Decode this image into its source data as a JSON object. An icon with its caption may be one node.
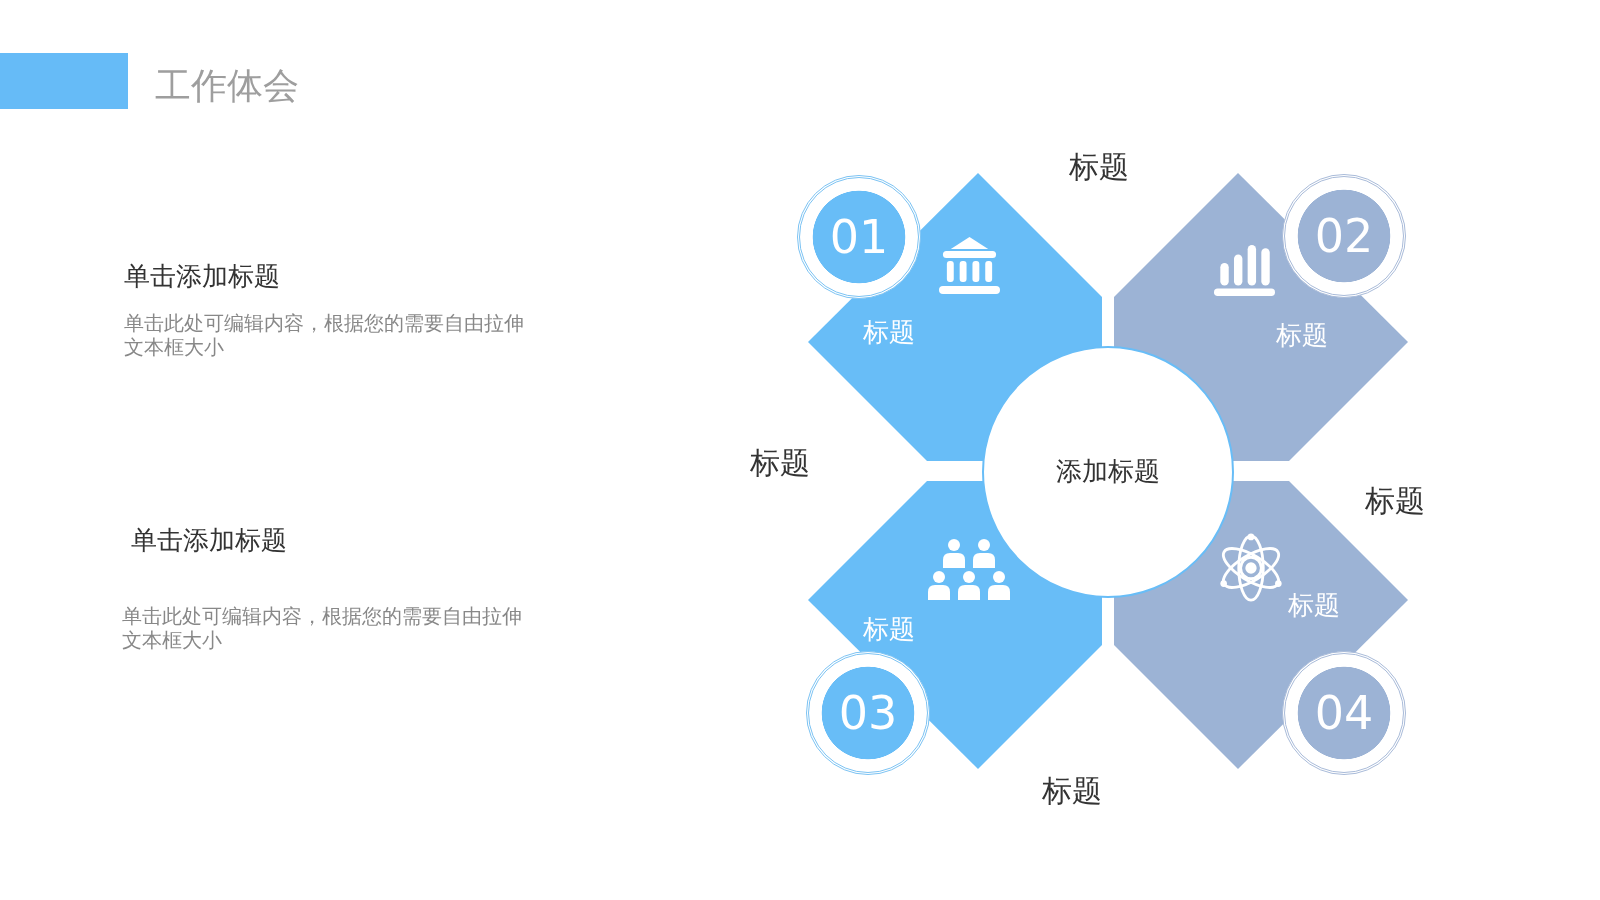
{
  "diagram": {
    "title": "工作体会",
    "nodes": [
      {
        "text": [
          "01"
        ]
      },
      {
        "text": [
          "02"
        ]
      },
      {
        "text": [
          "标题"
        ]
      },
      {
        "text": [
          "标题"
        ]
      },
      {
        "text": [
          "添加标题"
        ]
      },
      {
        "text": [
          "标题"
        ]
      },
      {
        "text": [
          "标题"
        ]
      },
      {
        "text": [
          "03"
        ]
      },
      {
        "text": [
          "04"
        ]
      }
    ],
    "labels": [
      "单击添加标题",
      "单击此处可编辑内容，根据您的需要自由拉伸文本框大小",
      "单击添加标题",
      "单击此处可编辑内容，根据您的需要自由拉伸文本框大小",
      "标题",
      "标题",
      "标题",
      "标题"
    ]
  }
}
